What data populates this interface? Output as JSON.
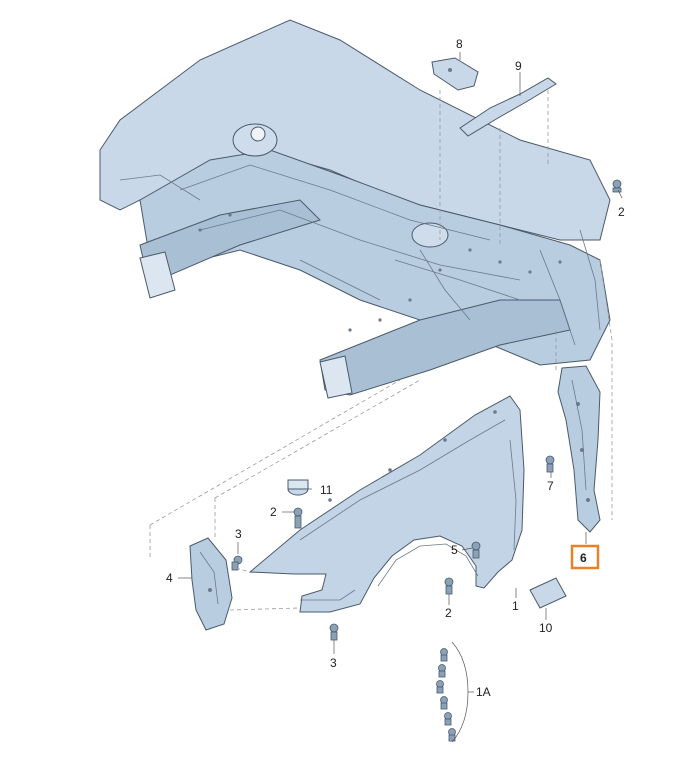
{
  "colors": {
    "part_fill": "#b9cde0",
    "part_light": "#dbe6f0",
    "part_dark": "#8aa2b8",
    "highlight_box": "#e8822a"
  },
  "callouts": {
    "c1": "1",
    "c1a": "1A",
    "c2a": "2",
    "c2b": "2",
    "c2c": "2",
    "c3a": "3",
    "c3b": "3",
    "c4": "4",
    "c5": "5",
    "c6": "6",
    "c7": "7",
    "c8": "8",
    "c9": "9",
    "c10": "10",
    "c11": "11"
  },
  "highlighted_part": "6"
}
